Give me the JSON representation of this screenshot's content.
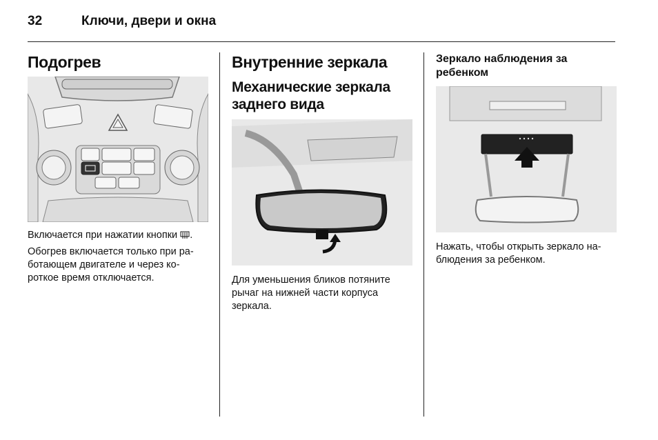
{
  "header": {
    "page_number": "32",
    "chapter_title": "Ключи, двери и окна"
  },
  "col1": {
    "heading": "Подогрев",
    "para1": "Включается при нажатии кнопки",
    "para1_end": ".",
    "para1_icon": "rear-window-heater-icon",
    "para2": "Обогрев включается только при ра-ботающем двигателе и через ко-роткое время отключается."
  },
  "col2": {
    "heading": "Внутренние зеркала",
    "subheading": "Механические зеркала заднего вида",
    "para1": "Для уменьшения бликов потяните рычаг на нижней части корпуса зеркала."
  },
  "col3": {
    "heading": "Зеркало наблюдения за ребенком",
    "para1": "Нажать, чтобы открыть зеркало на-блюдения за ребенком."
  }
}
